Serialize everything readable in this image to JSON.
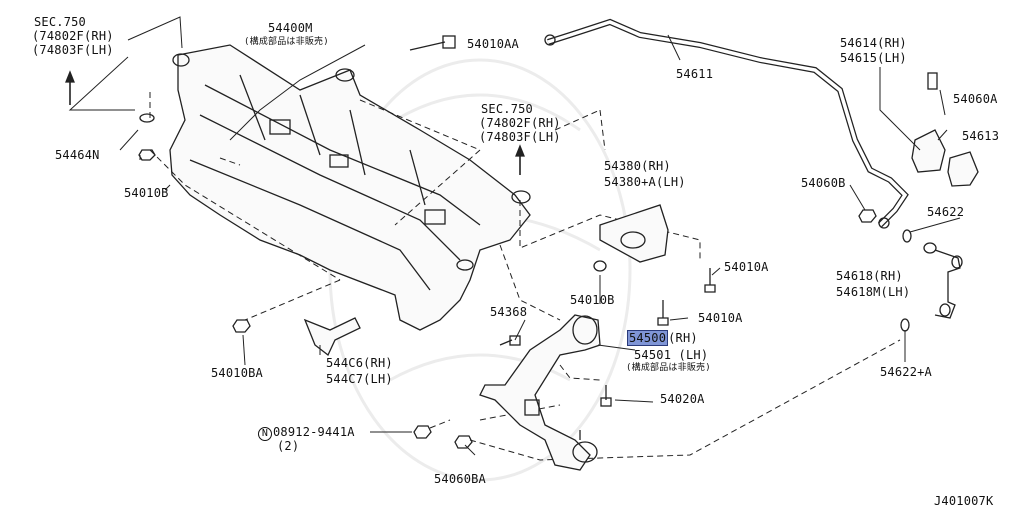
{
  "diagram": {
    "drawing_code": "J401007K",
    "labels": {
      "sec_750_a": "SEC.750",
      "rh_74802f_a": "(74802F(RH)",
      "lh_74803f_a": "(74803F(LH)",
      "p_54400m": "54400M",
      "note_54400m": "(構成部品は非販売)",
      "p_54010aa": "54010AA",
      "p_54464n": "54464N",
      "p_54010b_top": "54010B",
      "sec_750_b": "SEC.750",
      "rh_74802f_b": "(74802F(RH)",
      "lh_74803f_b": "(74803F(LH)",
      "p_54611": "54611",
      "p_54614": "54614(RH)",
      "p_54615": "54615(LH)",
      "p_54060a": "54060A",
      "p_54613": "54613",
      "p_54060b": "54060B",
      "p_54622": "54622",
      "p_54380": "54380(RH)",
      "p_54380a": "54380+A(LH)",
      "p_54010a_1": "54010A",
      "p_54010b_mid": "54010B",
      "p_54010a_2": "54010A",
      "p_54368": "54368",
      "p_54500": "54500",
      "p_54500_rh": "(RH)",
      "p_54501": "54501 (LH)",
      "note_54501": "(構成部品は非販売)",
      "p_54618": "54618(RH)",
      "p_54618m": "54618M(LH)",
      "p_54622a": "54622+A",
      "p_544c6": "544C6(RH)",
      "p_544c7": "544C7(LH)",
      "p_54010ba": "54010BA",
      "p_54020a": "54020A",
      "n_symbol": "N",
      "p_08912": "08912-9441A",
      "qty_2": "(2)",
      "p_54060ba": "54060BA"
    },
    "highlight_color": "#7f95d6"
  }
}
